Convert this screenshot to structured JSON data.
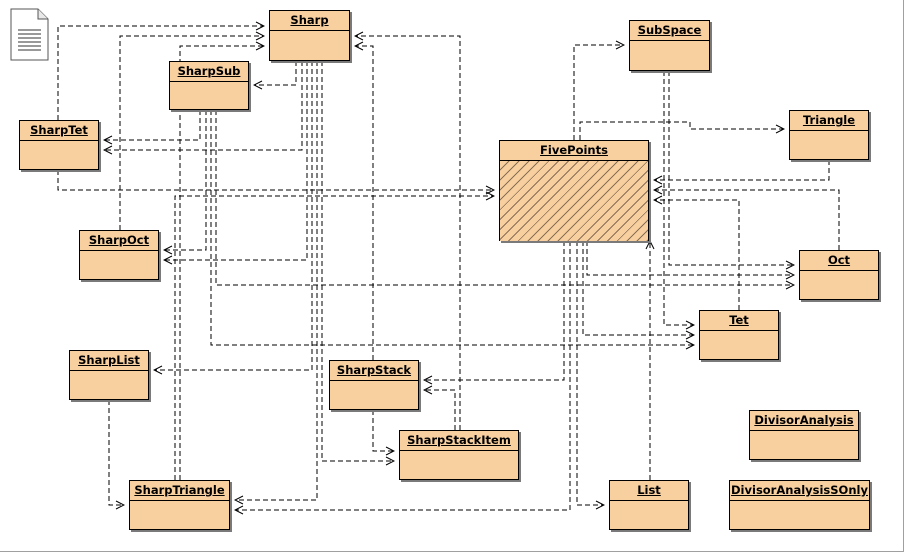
{
  "diagram": {
    "classes": [
      {
        "id": "Sharp",
        "label": "Sharp"
      },
      {
        "id": "SubSpace",
        "label": "SubSpace"
      },
      {
        "id": "SharpSub",
        "label": "SharpSub"
      },
      {
        "id": "SharpTet",
        "label": "SharpTet"
      },
      {
        "id": "Triangle",
        "label": "Triangle"
      },
      {
        "id": "FivePoints",
        "label": "FivePoints"
      },
      {
        "id": "SharpOct",
        "label": "SharpOct"
      },
      {
        "id": "Oct",
        "label": "Oct"
      },
      {
        "id": "Tet",
        "label": "Tet"
      },
      {
        "id": "SharpList",
        "label": "SharpList"
      },
      {
        "id": "SharpStack",
        "label": "SharpStack"
      },
      {
        "id": "DivisorAnalysis",
        "label": "DivisorAnalysis"
      },
      {
        "id": "SharpStackItem",
        "label": "SharpStackItem"
      },
      {
        "id": "SharpTriangle",
        "label": "SharpTriangle"
      },
      {
        "id": "List",
        "label": "List"
      },
      {
        "id": "DivisorAnalysisSOnly",
        "label": "DivisorAnalysisSOnly"
      }
    ],
    "dependencies": [
      [
        "SharpTet",
        "Sharp"
      ],
      [
        "SharpOct",
        "Sharp"
      ],
      [
        "SharpTriangle",
        "Sharp"
      ],
      [
        "SharpStack",
        "Sharp"
      ],
      [
        "SharpStackItem",
        "Sharp"
      ],
      [
        "Sharp",
        "SharpSub"
      ],
      [
        "Sharp",
        "SharpTet"
      ],
      [
        "Sharp",
        "SharpOct"
      ],
      [
        "Sharp",
        "SharpList"
      ],
      [
        "Sharp",
        "SharpStackItem"
      ],
      [
        "Sharp",
        "SharpTriangle"
      ],
      [
        "SharpSub",
        "SharpTet"
      ],
      [
        "SharpSub",
        "SharpOct"
      ],
      [
        "SharpSub",
        "Oct"
      ],
      [
        "SharpSub",
        "Tet"
      ],
      [
        "SharpTet",
        "FivePoints"
      ],
      [
        "SharpTriangle",
        "FivePoints"
      ],
      [
        "FivePoints",
        "SubSpace"
      ],
      [
        "FivePoints",
        "Triangle"
      ],
      [
        "FivePoints",
        "Oct"
      ],
      [
        "FivePoints",
        "Tet"
      ],
      [
        "FivePoints",
        "SharpStack"
      ],
      [
        "FivePoints",
        "List"
      ],
      [
        "FivePoints",
        "SharpTriangle"
      ],
      [
        "Triangle",
        "FivePoints"
      ],
      [
        "Oct",
        "FivePoints"
      ],
      [
        "Tet",
        "FivePoints"
      ],
      [
        "SubSpace",
        "Oct"
      ],
      [
        "SubSpace",
        "Tet"
      ],
      [
        "SharpStack",
        "SharpStackItem"
      ],
      [
        "SharpStackItem",
        "SharpStack"
      ],
      [
        "SharpList",
        "SharpTriangle"
      ],
      [
        "List",
        "FivePoints"
      ]
    ]
  },
  "colors": {
    "class_fill": "#f8d0a0",
    "border": "#000000",
    "shadow": "#7a7a7a",
    "edge": "#000000"
  },
  "icons": {
    "document": "document-icon"
  }
}
